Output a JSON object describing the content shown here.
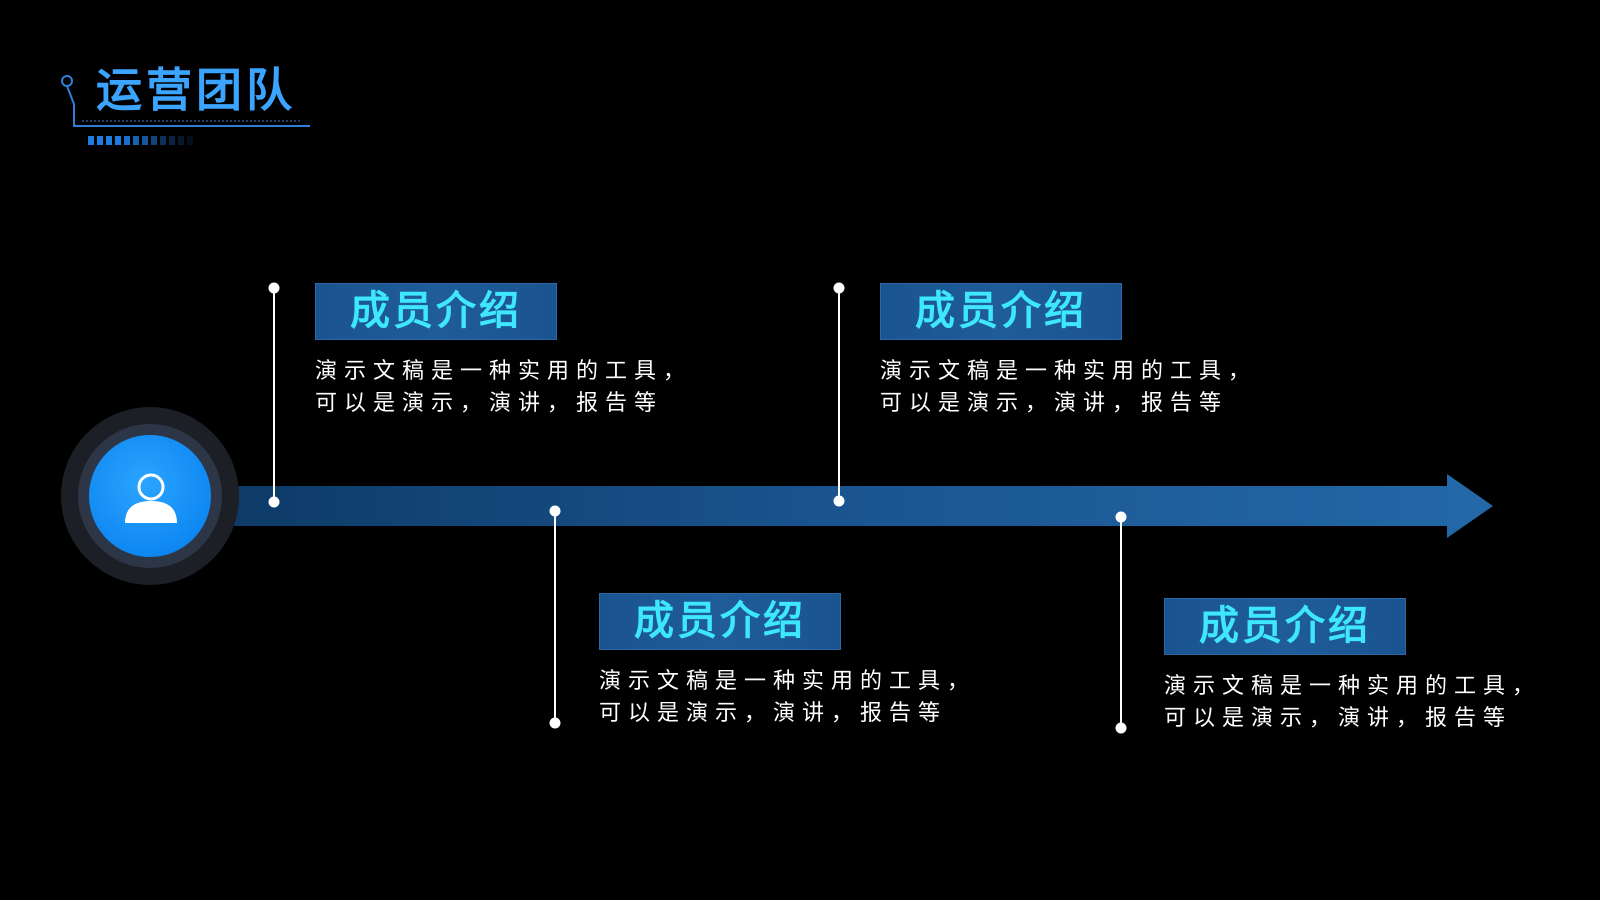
{
  "header": {
    "title": "运营团队"
  },
  "colors": {
    "background": "#000000",
    "accent": "#3aa4ff",
    "card_title": "#3ee6ff",
    "arrow": "#1f5f9e",
    "hub": "#0f88f2"
  },
  "hub": {
    "icon": "user-icon"
  },
  "members": [
    {
      "title": "成员介绍",
      "desc_line1": "演示文稿是一种实用的工具，",
      "desc_line2": "可以是演示，演讲，报告等"
    },
    {
      "title": "成员介绍",
      "desc_line1": "演示文稿是一种实用的工具，",
      "desc_line2": "可以是演示，演讲，报告等"
    },
    {
      "title": "成员介绍",
      "desc_line1": "演示文稿是一种实用的工具，",
      "desc_line2": "可以是演示，演讲，报告等"
    },
    {
      "title": "成员介绍",
      "desc_line1": "演示文稿是一种实用的工具，",
      "desc_line2": "可以是演示，演讲，报告等"
    }
  ]
}
